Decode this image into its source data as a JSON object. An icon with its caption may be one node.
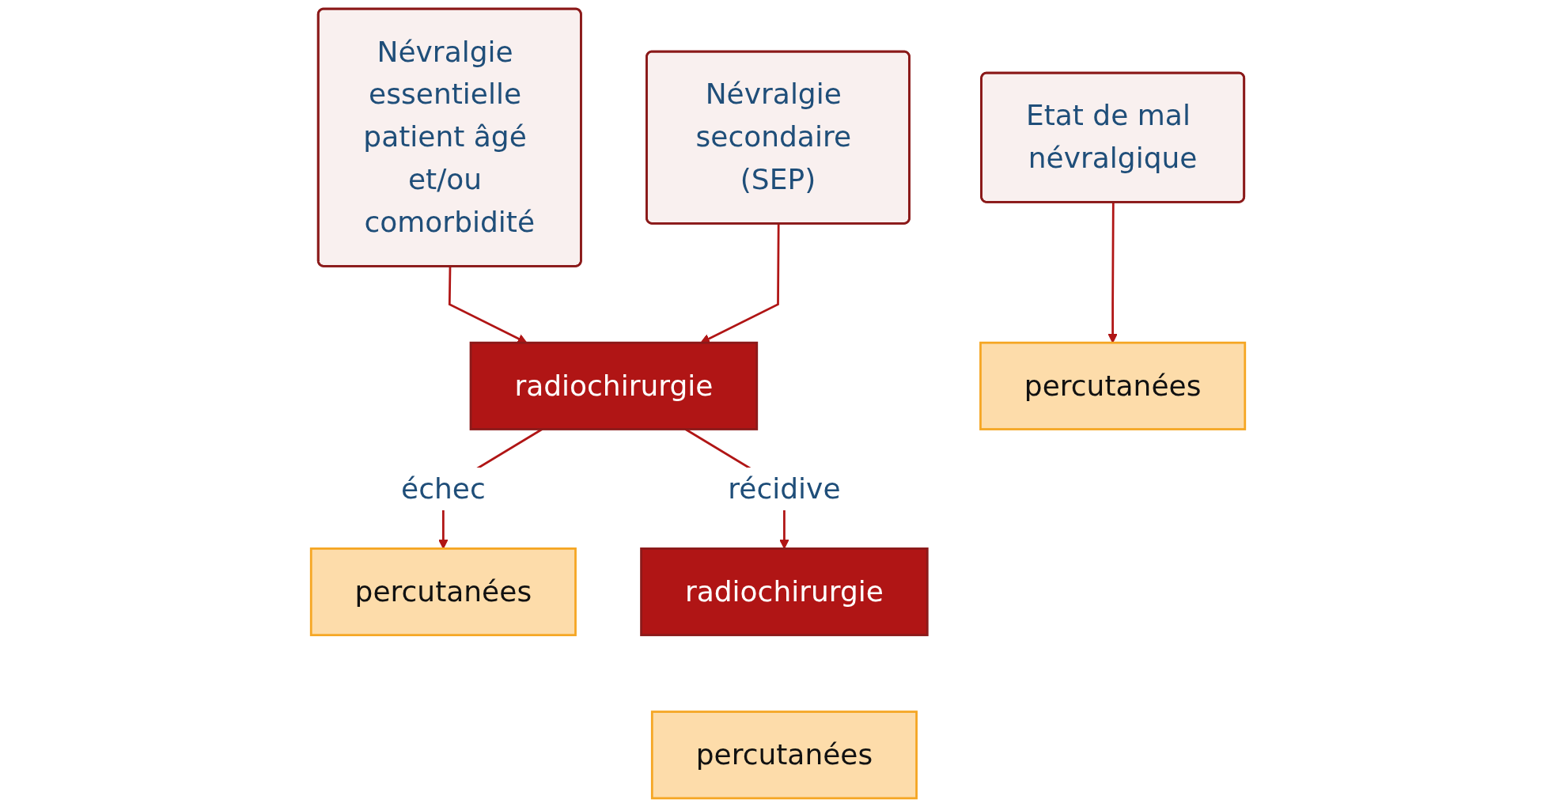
{
  "diagram": {
    "nodes": [
      {
        "text": [
          "Névralgie essentielle patient âgé et/ou comorbidité"
        ]
      },
      {
        "text": [
          "Névralgie secondaire (SEP)"
        ]
      },
      {
        "text": [
          "Etat de mal névralgique"
        ]
      },
      {
        "text": [
          "radiochirurgie"
        ]
      },
      {
        "text": [
          "percutanées"
        ]
      },
      {
        "text": [
          "percutanées"
        ]
      },
      {
        "text": [
          "radiochirurgie"
        ]
      },
      {
        "text": [
          "percutanées"
        ]
      }
    ],
    "edges": [
      {
        "from": 0,
        "to": 3,
        "arrow": "to"
      },
      {
        "from": 1,
        "to": 3,
        "arrow": "to"
      },
      {
        "from": 2,
        "to": 4,
        "arrow": "to"
      },
      {
        "from": 3,
        "to": 5,
        "arrow": "to",
        "label": "échec"
      },
      {
        "from": 3,
        "to": 6,
        "arrow": "to",
        "label": "récidive"
      }
    ]
  }
}
